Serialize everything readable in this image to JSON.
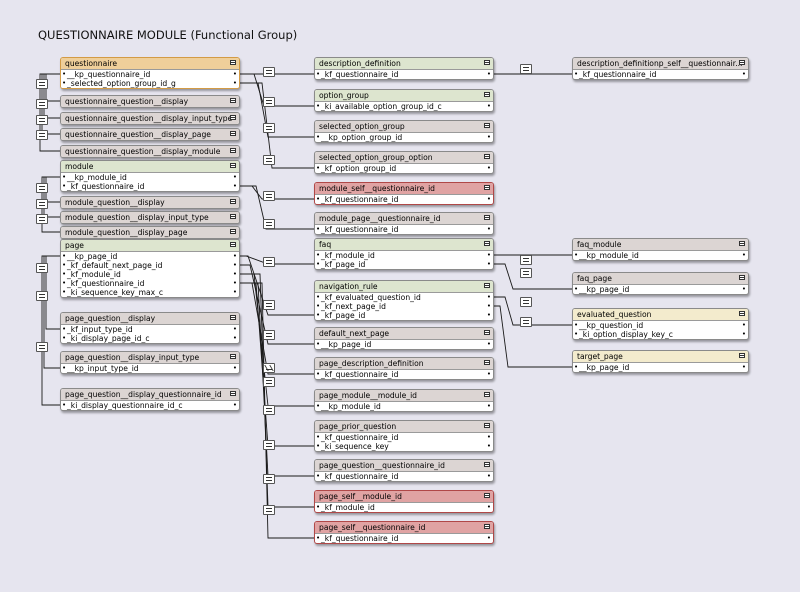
{
  "title": "QUESTIONNAIRE MODULE (Functional Group)",
  "tables": [
    {
      "id": "questionnaire",
      "name": "questionnaire",
      "color": "orange",
      "fields": [
        "__kp_questionnaire_id",
        "_selected_option_group_id_g"
      ]
    },
    {
      "id": "questionnaire_question__display",
      "name": "questionnaire_question__display",
      "color": "gray",
      "fields": []
    },
    {
      "id": "questionnaire_question__display_input_type",
      "name": "questionnaire_question__display_input_type",
      "color": "gray",
      "fields": []
    },
    {
      "id": "questionnaire_question__display_page",
      "name": "questionnaire_question__display_page",
      "color": "gray",
      "fields": []
    },
    {
      "id": "questionnaire_question__display_module",
      "name": "questionnaire_question__display_module",
      "color": "gray",
      "fields": []
    },
    {
      "id": "module",
      "name": "module",
      "color": "green",
      "fields": [
        "__kp_module_id",
        "_kf_questionnaire_id"
      ]
    },
    {
      "id": "module_question__display",
      "name": "module_question__display",
      "color": "gray",
      "fields": []
    },
    {
      "id": "module_question__display_input_type",
      "name": "module_question__display_input_type",
      "color": "gray",
      "fields": []
    },
    {
      "id": "module_question__display_page",
      "name": "module_question__display_page",
      "color": "gray",
      "fields": []
    },
    {
      "id": "page",
      "name": "page",
      "color": "green",
      "fields": [
        "__kp_page_id",
        "_kf_default_next_page_id",
        "_kf_module_id",
        "_kf_questionnaire_id",
        "_ki_sequence_key_max_c"
      ]
    },
    {
      "id": "page_question__display",
      "name": "page_question__display",
      "color": "gray",
      "fields": [
        "_kf_input_type_id",
        "_ki_display_page_id_c"
      ]
    },
    {
      "id": "page_question__display_input_type",
      "name": "page_question__display_input_type",
      "color": "gray",
      "fields": [
        "__kp_input_type_id"
      ]
    },
    {
      "id": "page_question__display_questionnaire_id",
      "name": "page_question__display_questionnaire_id",
      "color": "gray",
      "fields": [
        "_ki_display_questionnaire_id_c"
      ]
    },
    {
      "id": "description_definition",
      "name": "description_definition",
      "color": "green",
      "fields": [
        "_kf_questionnaire_id"
      ]
    },
    {
      "id": "option_group",
      "name": "option_group",
      "color": "green",
      "fields": [
        "_ki_available_option_group_id_c"
      ]
    },
    {
      "id": "selected_option_group",
      "name": "selected_option_group",
      "color": "gray",
      "fields": [
        "__kp_option_group_id"
      ]
    },
    {
      "id": "selected_option_group_option",
      "name": "selected_option_group_option",
      "color": "gray",
      "fields": [
        "_kf_option_group_id"
      ]
    },
    {
      "id": "module_self__questionnaire_id",
      "name": "module_self__questionnaire_id",
      "color": "red",
      "fields": [
        "_kf_questionnaire_id"
      ]
    },
    {
      "id": "module_page__questionnaire_id",
      "name": "module_page__questionnaire_id",
      "color": "gray",
      "fields": [
        "_kf_questionnaire_id"
      ]
    },
    {
      "id": "faq",
      "name": "faq",
      "color": "green",
      "fields": [
        "_kf_module_id",
        "_kf_page_id"
      ]
    },
    {
      "id": "navigation_rule",
      "name": "navigation_rule",
      "color": "green",
      "fields": [
        "_kf_evaluated_question_id",
        "_kf_next_page_id",
        "_kf_page_id"
      ]
    },
    {
      "id": "default_next_page",
      "name": "default_next_page",
      "color": "gray",
      "fields": [
        "__kp_page_id"
      ]
    },
    {
      "id": "page_description_definition",
      "name": "page_description_definition",
      "color": "gray",
      "fields": [
        "_kf_questionnaire_id"
      ]
    },
    {
      "id": "page_module__module_id",
      "name": "page_module__module_id",
      "color": "gray",
      "fields": [
        "__kp_module_id"
      ]
    },
    {
      "id": "page_prior_question",
      "name": "page_prior_question",
      "color": "gray",
      "fields": [
        "_kf_questionnaire_id",
        "_ki_sequence_key"
      ]
    },
    {
      "id": "page_question__questionnaire_id",
      "name": "page_question__questionnaire_id",
      "color": "gray",
      "fields": [
        "_kf_questionnaire_id"
      ]
    },
    {
      "id": "page_self__module_id",
      "name": "page_self__module_id",
      "color": "red",
      "fields": [
        "_kf_module_id"
      ]
    },
    {
      "id": "page_self__questionnaire_id",
      "name": "page_self__questionnaire_id",
      "color": "red",
      "fields": [
        "_kf_questionnaire_id"
      ]
    },
    {
      "id": "description_definitionp_self__questionnaire_id",
      "name": "description_definitionp_self__questionnair...",
      "color": "gray",
      "fields": [
        "_kf_questionnaire_id"
      ]
    },
    {
      "id": "faq_module",
      "name": "faq_module",
      "color": "gray",
      "fields": [
        "__kp_module_id"
      ]
    },
    {
      "id": "faq_page",
      "name": "faq_page",
      "color": "gray",
      "fields": [
        "__kp_page_id"
      ]
    },
    {
      "id": "evaluated_question",
      "name": "evaluated_question",
      "color": "yellow",
      "fields": [
        "__kp_question_id",
        "_ki_option_display_key_c"
      ]
    },
    {
      "id": "target_page",
      "name": "target_page",
      "color": "yellow",
      "fields": [
        "__kp_page_id"
      ]
    }
  ]
}
